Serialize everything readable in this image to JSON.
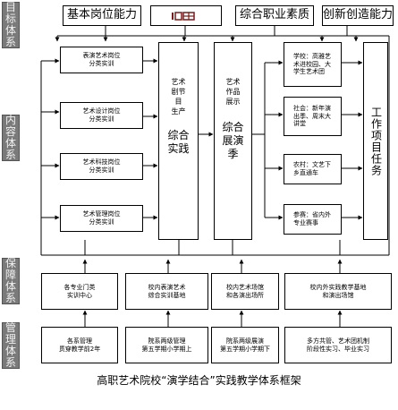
{
  "side_labels": {
    "goal": "目标\n体系",
    "content": "内容\n体系",
    "support": "保障\n体系",
    "manage": "管理\n体系"
  },
  "goals": [
    "基本岗位能力",
    "",
    "综合职业素质",
    "创新创造能力"
  ],
  "posts": [
    "表演艺术岗位\n分类实训",
    "艺术设计岗位\n分类实训",
    "艺术科技岗位\n分类实训",
    "艺术管理岗位\n分类实训"
  ],
  "production": {
    "title": "艺术\n剧节\n目\n生产",
    "sub": "综合\n实践"
  },
  "exhibit": {
    "title": "艺术\n作品\n展示",
    "sub": "综合\n展演\n季"
  },
  "activities": [
    "学校：高雅艺\n术进校园、大\n学生艺术团",
    "社会：新年演\n出季、周末大\n讲堂",
    "农村：文艺下\n乡直通车",
    "参赛：省内外\n专业赛事"
  ],
  "workload": "工作项目任务",
  "support": [
    "各专业门类\n实训中心",
    "校内表演艺术\n综合实训基地",
    "校内艺术场馆\n和各演出场所",
    "校内外实践教学基地\n和演出场馆"
  ],
  "manage": [
    "各系管理\n贯穿教学前2年",
    "院系两级管理\n第五学期小学期上",
    "院系两级展演\n第五学期小学期下",
    "多方共管、艺术团机制\n阶段性实习、毕业实习"
  ],
  "caption": "高职艺术院校“演学结合”实践教学体系框架"
}
